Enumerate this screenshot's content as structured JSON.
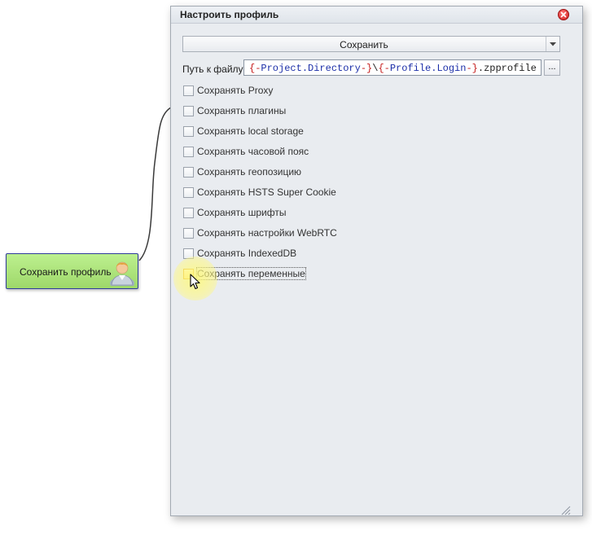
{
  "node": {
    "label": "Сохранить профиль",
    "avatar_icon": "user-avatar-icon"
  },
  "panel": {
    "title": "Настроить профиль",
    "close_icon": "close-icon",
    "save_dropdown": {
      "value": "Сохранить"
    },
    "path": {
      "label": "Путь к файлу",
      "tokens": [
        {
          "text": "{-",
          "kind": "brace"
        },
        {
          "text": "Project.Directory",
          "kind": "name"
        },
        {
          "text": "-}",
          "kind": "brace"
        },
        {
          "text": "\\",
          "kind": "plain"
        },
        {
          "text": "{-",
          "kind": "brace"
        },
        {
          "text": "Profile.Login",
          "kind": "name"
        },
        {
          "text": "-}",
          "kind": "brace"
        },
        {
          "text": ".zpprofile",
          "kind": "plain"
        }
      ],
      "browse_label": "..."
    },
    "options": [
      {
        "label": "Сохранять Proxy",
        "checked": false
      },
      {
        "label": "Сохранять плагины",
        "checked": false
      },
      {
        "label": "Сохранять local storage",
        "checked": false
      },
      {
        "label": "Сохранять часовой пояс",
        "checked": false
      },
      {
        "label": "Сохранять геопозицию",
        "checked": false
      },
      {
        "label": "Сохранять HSTS Super Cookie",
        "checked": false
      },
      {
        "label": "Сохранять шрифты",
        "checked": false
      },
      {
        "label": "Сохранять настройки WebRTC",
        "checked": false
      },
      {
        "label": "Сохранять IndexedDB",
        "checked": false
      },
      {
        "label": "Сохранять переменные",
        "checked": false
      }
    ]
  },
  "colors": {
    "node_fill": "#a8e077",
    "node_border": "#2f3c9c",
    "panel_bg": "#e9ecf0",
    "macro_brace": "#c41a1a",
    "macro_name": "#1b2ea8",
    "cursor_highlight": "#fff67a"
  }
}
